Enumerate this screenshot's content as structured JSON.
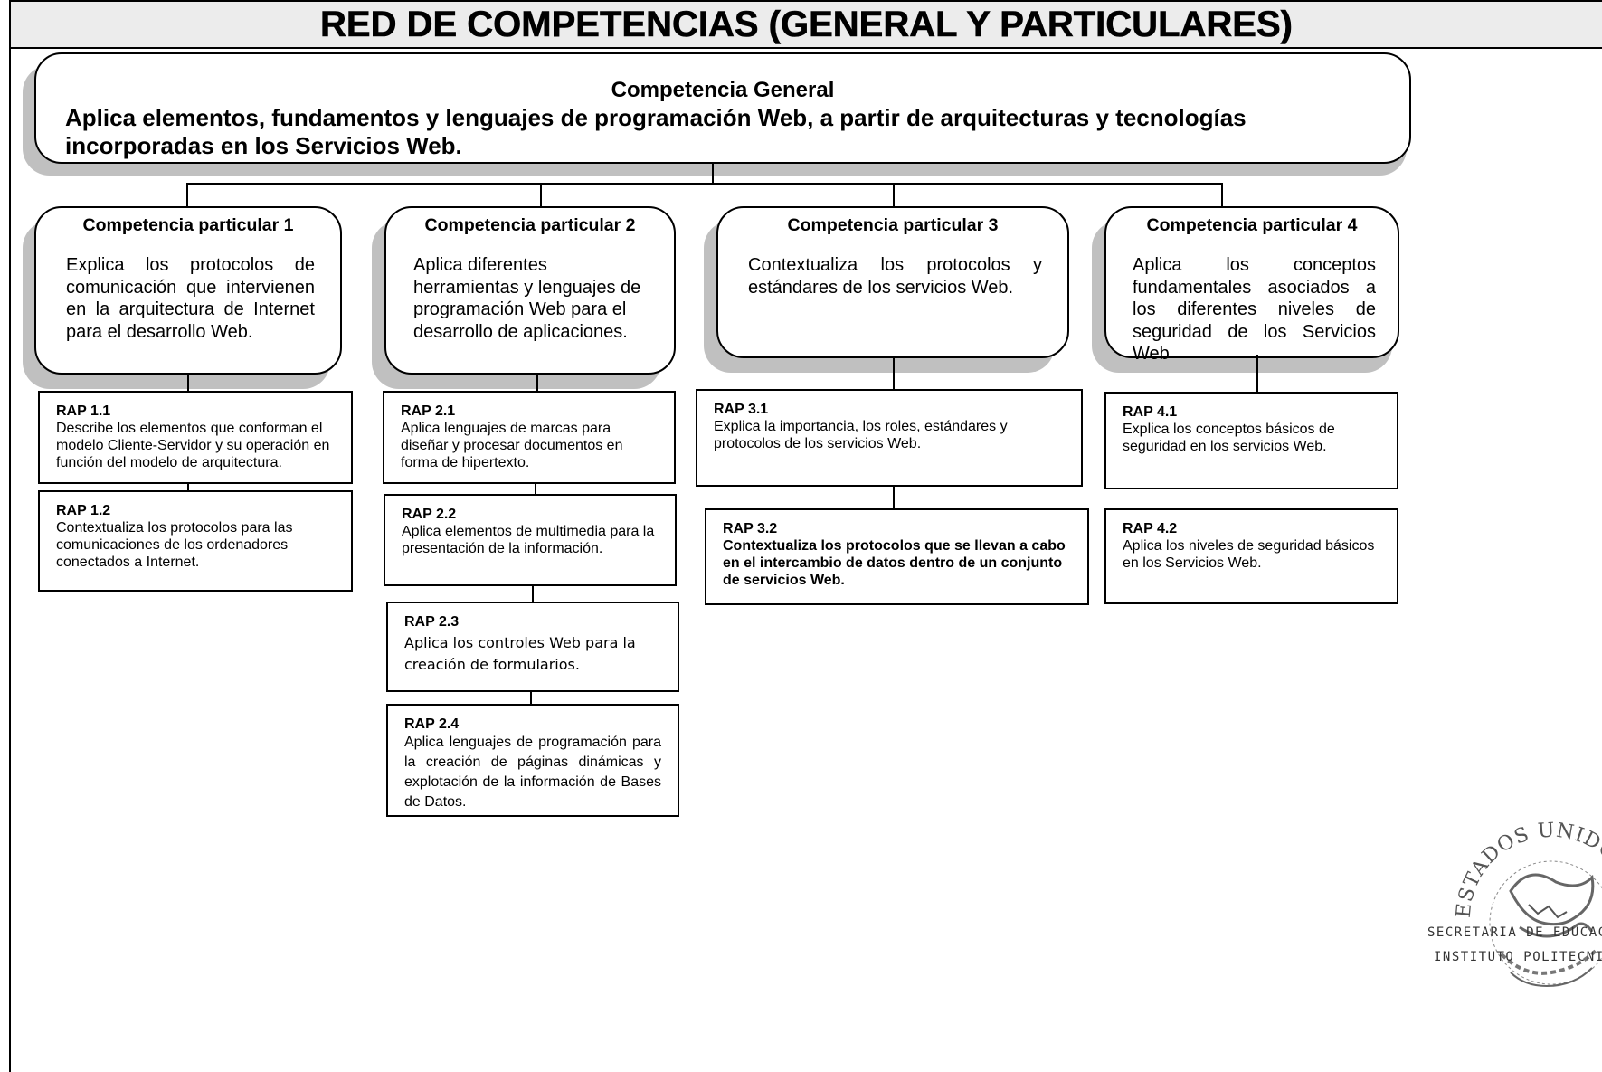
{
  "title": "RED DE COMPETENCIAS (GENERAL Y PARTICULARES)",
  "general": {
    "heading": "Competencia General",
    "text": "Aplica elementos, fundamentos y lenguajes  de programación Web,  a partir de  arquitecturas y tecnologías incorporadas en los Servicios Web."
  },
  "particulares": [
    {
      "title": "Competencia particular 1",
      "text": "Explica los protocolos de comunicación que intervienen en la arquitectura de Internet para el desarrollo Web.",
      "raps": [
        {
          "id": "RAP 1.1",
          "text": "Describe los elementos que conforman el modelo Cliente-Servidor  y su operación en función  del modelo de arquitectura."
        },
        {
          "id": "RAP 1.2",
          "text": "Contextualiza  los protocolos para las comunicaciones  de los ordenadores conectados a Internet."
        }
      ]
    },
    {
      "title": "Competencia particular 2",
      "text": "Aplica diferentes herramientas y lenguajes de programación Web para el desarrollo de aplicaciones.",
      "raps": [
        {
          "id": "RAP 2.1",
          "text": "Aplica lenguajes de marcas para diseñar y procesar documentos en forma de hipertexto."
        },
        {
          "id": "RAP 2.2",
          "text": "Aplica elementos de multimedia para la presentación de la información."
        },
        {
          "id": "RAP 2.3",
          "text": "Aplica los controles Web  para la creación de formularios."
        },
        {
          "id": "RAP 2.4",
          "text": "Aplica lenguajes  de programación para la creación de páginas dinámicas y explotación de  la información de Bases de Datos."
        }
      ]
    },
    {
      "title": "Competencia particular 3",
      "text": "Contextualiza los protocolos y estándares de los servicios Web.",
      "raps": [
        {
          "id": "RAP 3.1",
          "text": "Explica la importancia, los roles,  estándares y protocolos de los servicios Web."
        },
        {
          "id": "RAP 3.2",
          "text": "Contextualiza  los protocolos  que se llevan a cabo   en el intercambio de datos dentro de un conjunto de servicios Web."
        }
      ]
    },
    {
      "title": "Competencia particular 4",
      "text": "Aplica los conceptos fundamentales asociados a los diferentes niveles de  seguridad de los   Servicios Web",
      "raps": [
        {
          "id": "RAP 4.1",
          "text": "Explica los conceptos  básicos   de seguridad en los servicios Web."
        },
        {
          "id": "RAP 4.2",
          "text": "Aplica los   niveles de seguridad básicos en los Servicios Web."
        }
      ]
    }
  ],
  "seal": {
    "arc_text": "ESTADOS UNIDOS ME",
    "line1": "SECRETARIA DE EDUCACI",
    "line2": "INSTITUTO  POLITECNICO"
  }
}
